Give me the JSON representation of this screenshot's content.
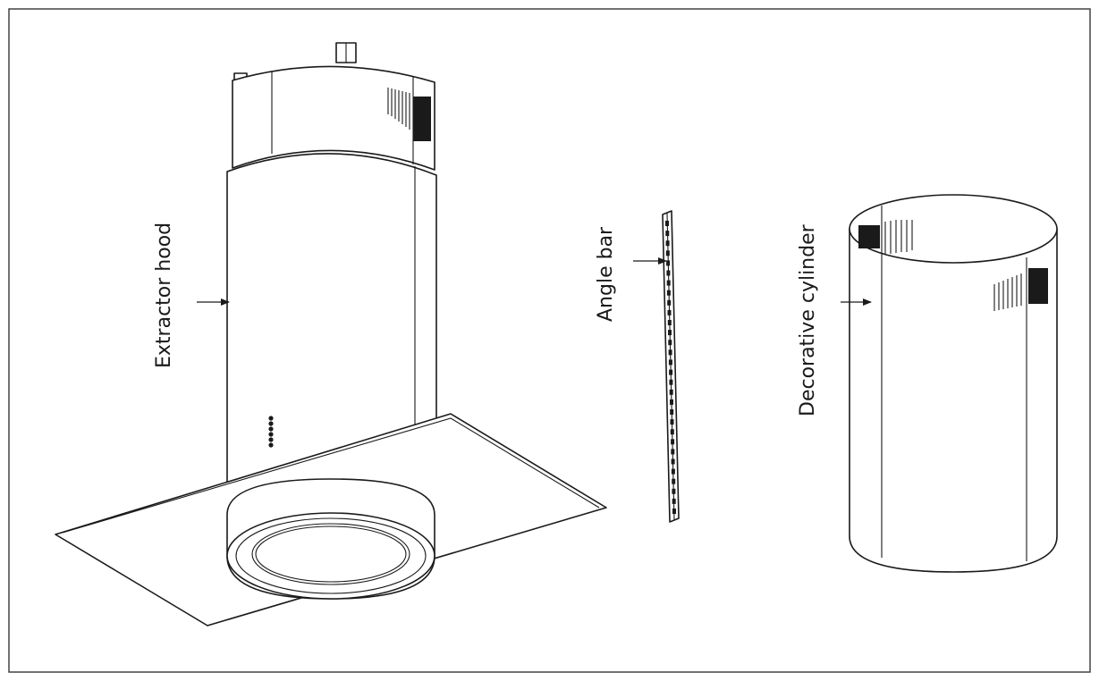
{
  "labels": {
    "extractor_hood": "Extractor hood",
    "angle_bar": "Angle bar",
    "decorative_cylinder": "Decorative cylinder"
  },
  "colors": {
    "line": "#1a1a1a",
    "background": "#ffffff"
  }
}
